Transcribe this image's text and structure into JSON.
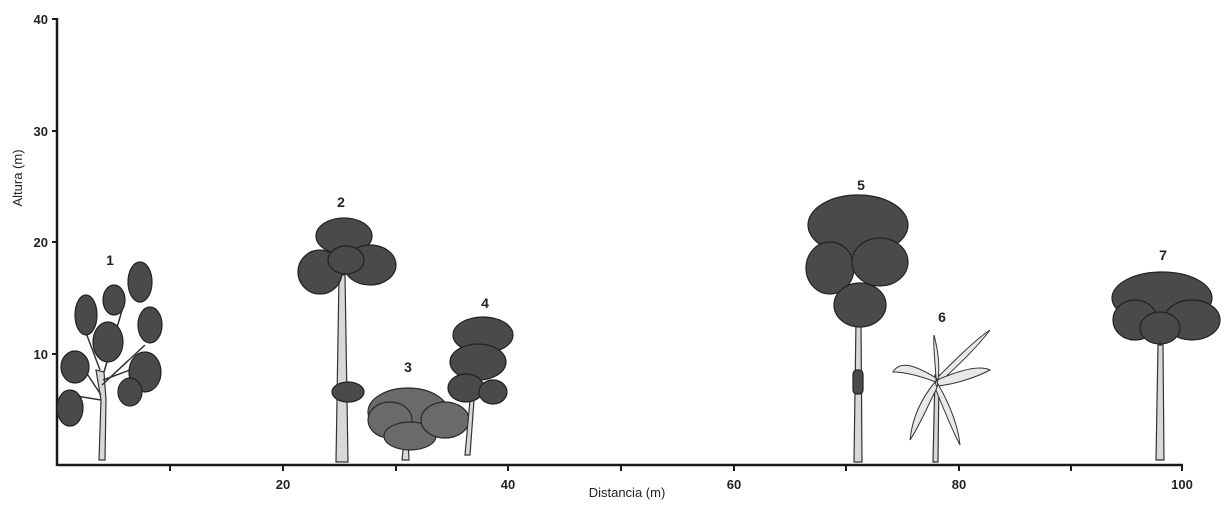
{
  "axes": {
    "y_title": "Altura (m)",
    "x_title": "Distancia (m)",
    "y_ticks": [
      "10",
      "20",
      "30",
      "40"
    ],
    "x_ticks": [
      "20",
      "40",
      "60",
      "80",
      "100"
    ]
  },
  "trees": [
    {
      "id": "1",
      "distance": 4,
      "height": 18,
      "kind": "broadleaf-open"
    },
    {
      "id": "2",
      "distance": 25,
      "height": 22,
      "kind": "umbrella"
    },
    {
      "id": "3",
      "distance": 31,
      "height": 8,
      "kind": "shrub"
    },
    {
      "id": "4",
      "distance": 38,
      "height": 13.5,
      "kind": "broadleaf"
    },
    {
      "id": "5",
      "distance": 71,
      "height": 24,
      "kind": "round-crown"
    },
    {
      "id": "6",
      "distance": 78,
      "height": 12,
      "kind": "palm"
    },
    {
      "id": "7",
      "distance": 98,
      "height": 17.5,
      "kind": "round-crown"
    }
  ],
  "colors": {
    "canopy": "#4a4a4a",
    "axis": "#1a1a1a"
  }
}
